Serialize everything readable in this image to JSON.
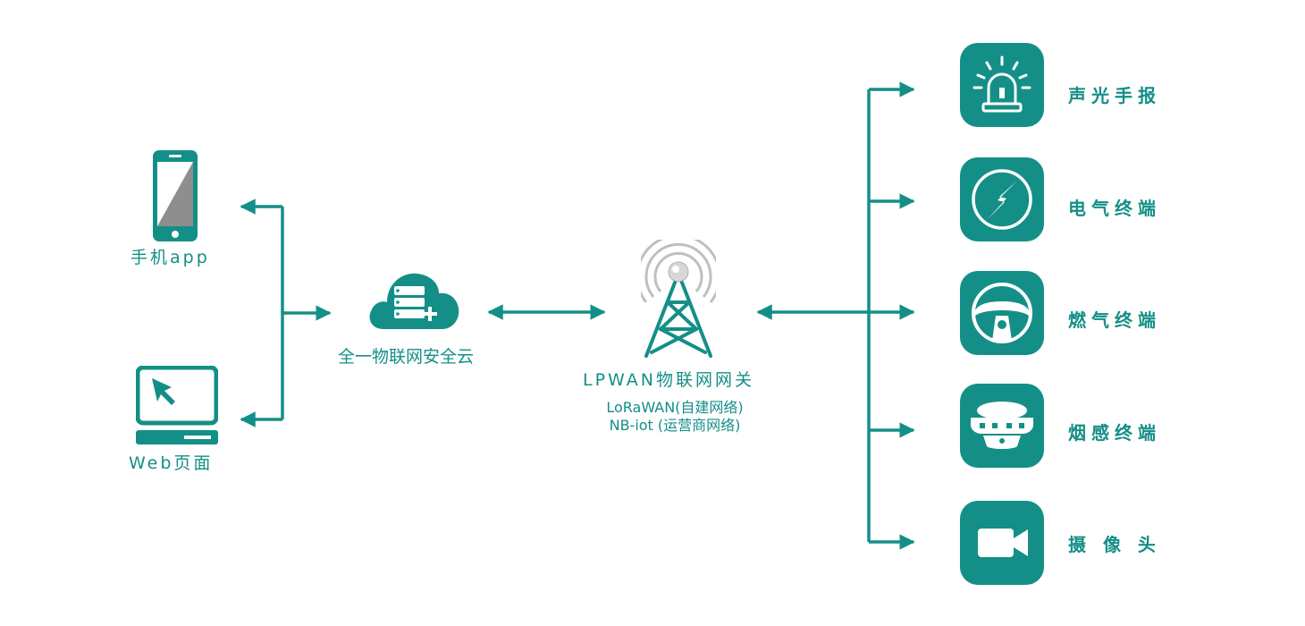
{
  "colors": {
    "accent": "#148f87",
    "screen_gray": "#8e8e8e"
  },
  "clients": {
    "phone_label": "手机app",
    "web_label": "Web页面"
  },
  "cloud": {
    "label": "全一物联网安全云",
    "icon": "cloud-server-icon"
  },
  "gateway": {
    "title": "LPWAN物联网网关",
    "line1": "LoRaWAN(自建网络)",
    "line2": "NB-iot  (运营商网络)",
    "icon": "signal-tower-icon"
  },
  "devices": [
    {
      "label": "声光手报",
      "icon": "alarm-beacon-icon"
    },
    {
      "label": "电气终端",
      "icon": "lightning-gauge-icon"
    },
    {
      "label": "燃气终端",
      "icon": "gas-valve-icon"
    },
    {
      "label": "烟感终端",
      "icon": "smoke-detector-icon"
    },
    {
      "label": "摄 像 头",
      "icon": "camera-icon"
    }
  ]
}
